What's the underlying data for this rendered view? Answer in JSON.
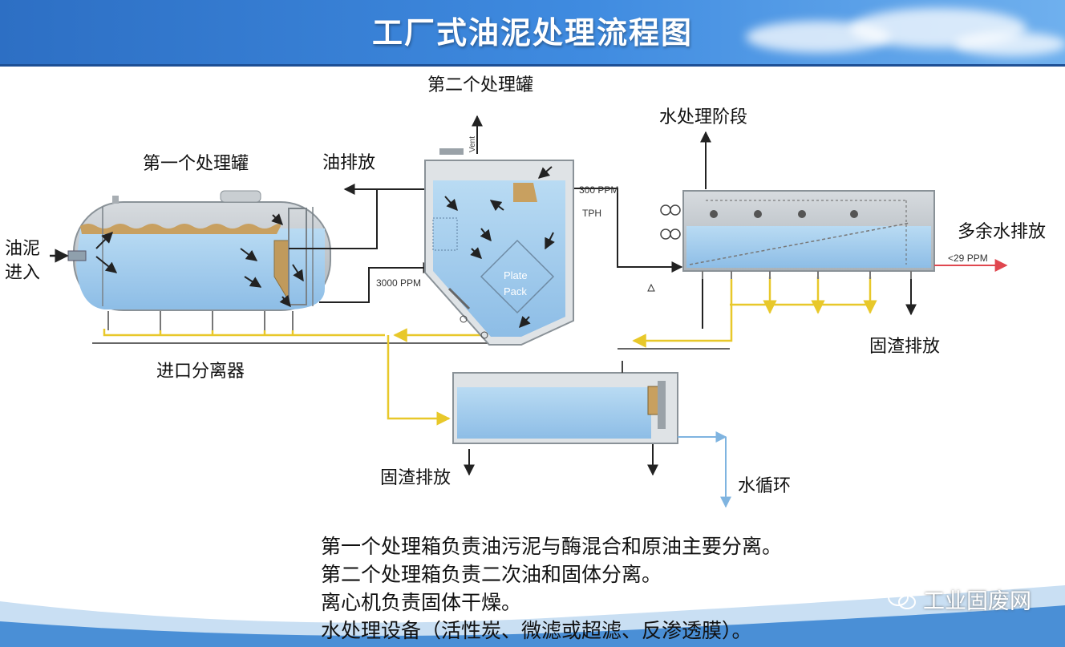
{
  "title": "工厂式油泥处理流程图",
  "labels": {
    "tank2": "第二个处理罐",
    "water_stage": "水处理阶段",
    "tank1": "第一个处理罐",
    "oil_discharge": "油排放",
    "sludge_in_1": "油泥",
    "sludge_in_2": "进入",
    "excess_water": "多余水排放",
    "solids_discharge_right": "固渣排放",
    "inlet_separator": "进口分离器",
    "solids_discharge_bottom": "固渣排放",
    "water_cycle": "水循环"
  },
  "small_labels": {
    "vent": "Vent",
    "ppm300": "300 PPM",
    "tph": "TPH",
    "ppm3000": "3000 PPM",
    "plate1": "Plate",
    "plate2": "Pack",
    "ppm29": "<29 PPM"
  },
  "notes": [
    "第一个处理箱负责油污泥与酶混合和原油主要分离。",
    "第二个处理箱负责二次油和固体分离。",
    "离心机负责固体干燥。",
    "水处理设备（活性炭、微滤或超滤、反渗透膜）。"
  ],
  "watermark": "工业固废网",
  "icons": {
    "watermark_icon": "wechat-icon"
  },
  "colors": {
    "header": "#3f8be0",
    "water": "#9cc8ea",
    "oil": "#c8a060",
    "pipe_yellow": "#e8c82a",
    "arrow_red": "#e0474f",
    "tank_gray": "#b8bec4"
  }
}
